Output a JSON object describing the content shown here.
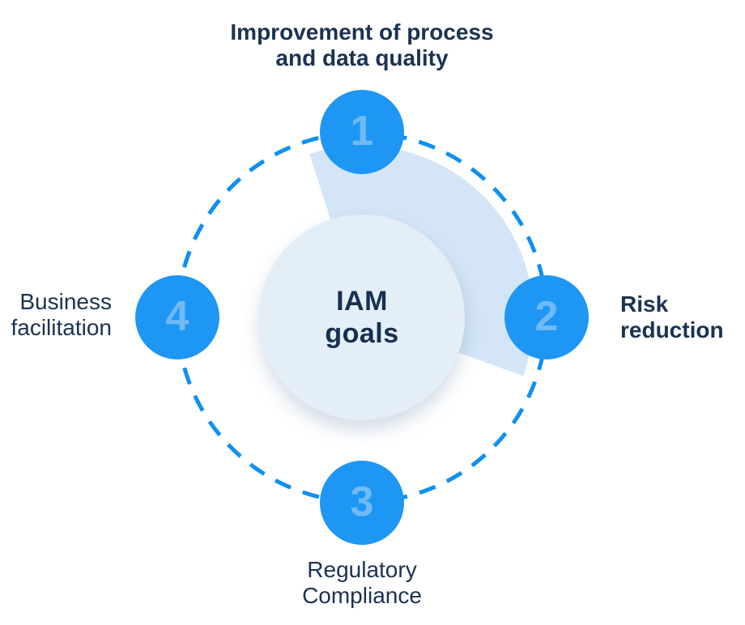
{
  "diagram": {
    "title": "IAM goals",
    "colors": {
      "node_blue": "#1E96F4",
      "dash_blue": "#0F90F1",
      "wedge_light_blue": "#D3E5F6",
      "center_circle_fill": "#E4EEF7",
      "text_navy": "#1B3252",
      "number_light_blue": "#70BAF5"
    },
    "center": {
      "lines": [
        "IAM",
        "goals"
      ]
    },
    "nodes": [
      {
        "number": "1",
        "position": "top",
        "label": "Improvement of process and data quality",
        "lines": [
          "Improvement of process",
          "and data quality"
        ]
      },
      {
        "number": "2",
        "position": "right",
        "label": "Risk reduction",
        "lines": [
          "Risk",
          "reduction"
        ]
      },
      {
        "number": "3",
        "position": "bottom",
        "label": "Regulatory Compliance",
        "lines": [
          "Regulatory",
          "Compliance"
        ]
      },
      {
        "number": "4",
        "position": "left",
        "label": "Business facilitation",
        "lines": [
          "Business",
          "facilitation"
        ]
      }
    ]
  }
}
